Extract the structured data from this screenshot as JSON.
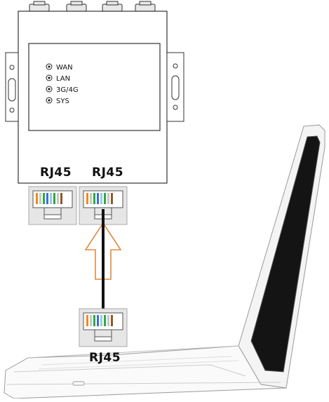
{
  "router": {
    "leds": [
      "WAN",
      "LAN",
      "3G/4G",
      "SYS"
    ],
    "ports": [
      {
        "label": "RJ45"
      },
      {
        "label": "RJ45"
      }
    ]
  },
  "cable": {
    "plug_label": "RJ45",
    "arrow_color": "#e08a3c"
  }
}
